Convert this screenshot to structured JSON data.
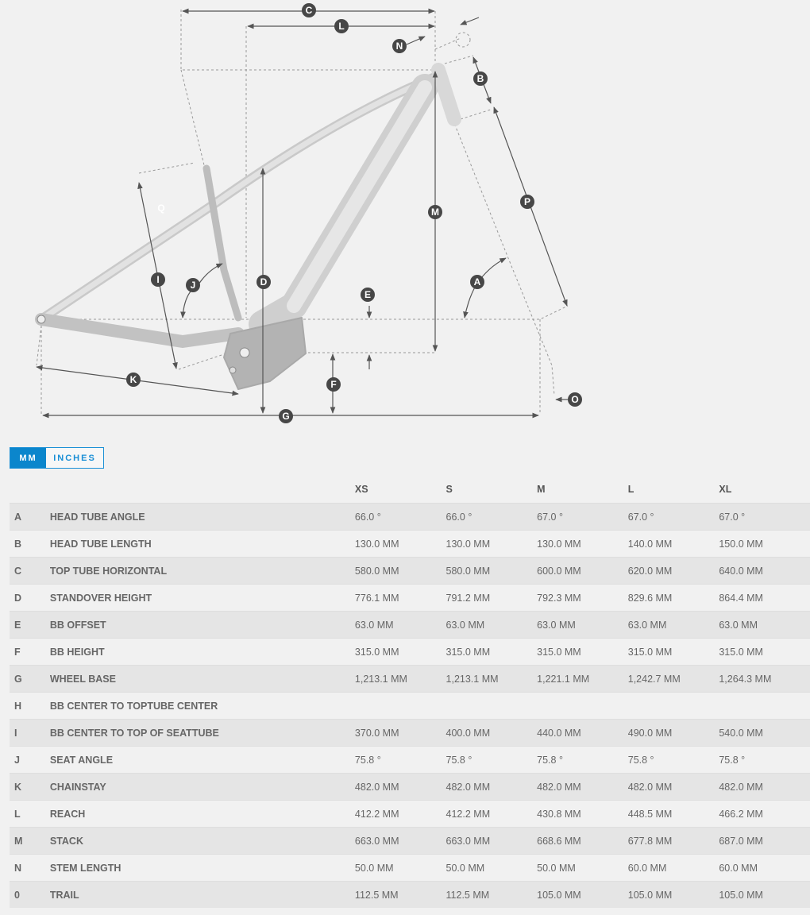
{
  "diagram": {
    "labels": {
      "A": "A",
      "B": "B",
      "C": "C",
      "D": "D",
      "E": "E",
      "F": "F",
      "G": "G",
      "I": "I",
      "J": "J",
      "K": "K",
      "L": "L",
      "M": "M",
      "N": "N",
      "O": "O",
      "P": "P",
      "Q": "Q"
    }
  },
  "units_toggle": {
    "mm": "MM",
    "inches": "INCHES",
    "selected": "MM"
  },
  "accent_color": "#0b86cc",
  "table": {
    "headers": [
      "",
      "",
      "XS",
      "S",
      "M",
      "L",
      "XL"
    ],
    "rows": [
      {
        "letter": "A",
        "name": "HEAD TUBE ANGLE",
        "values": [
          "66.0 °",
          "66.0 °",
          "67.0 °",
          "67.0 °",
          "67.0 °"
        ]
      },
      {
        "letter": "B",
        "name": "HEAD TUBE LENGTH",
        "values": [
          "130.0 MM",
          "130.0 MM",
          "130.0 MM",
          "140.0 MM",
          "150.0 MM"
        ]
      },
      {
        "letter": "C",
        "name": "TOP TUBE HORIZONTAL",
        "values": [
          "580.0 MM",
          "580.0 MM",
          "600.0 MM",
          "620.0 MM",
          "640.0 MM"
        ]
      },
      {
        "letter": "D",
        "name": "STANDOVER HEIGHT",
        "values": [
          "776.1 MM",
          "791.2 MM",
          "792.3 MM",
          "829.6 MM",
          "864.4 MM"
        ]
      },
      {
        "letter": "E",
        "name": "BB OFFSET",
        "values": [
          "63.0 MM",
          "63.0 MM",
          "63.0 MM",
          "63.0 MM",
          "63.0 MM"
        ]
      },
      {
        "letter": "F",
        "name": "BB HEIGHT",
        "values": [
          "315.0 MM",
          "315.0 MM",
          "315.0 MM",
          "315.0 MM",
          "315.0 MM"
        ]
      },
      {
        "letter": "G",
        "name": "WHEEL BASE",
        "values": [
          "1,213.1 MM",
          "1,213.1 MM",
          "1,221.1 MM",
          "1,242.7 MM",
          "1,264.3 MM"
        ]
      },
      {
        "letter": "H",
        "name": "BB CENTER TO TOPTUBE CENTER",
        "values": [
          "",
          "",
          "",
          "",
          ""
        ]
      },
      {
        "letter": "I",
        "name": "BB CENTER TO TOP OF SEATTUBE",
        "values": [
          "370.0 MM",
          "400.0 MM",
          "440.0 MM",
          "490.0 MM",
          "540.0 MM"
        ]
      },
      {
        "letter": "J",
        "name": "SEAT ANGLE",
        "values": [
          "75.8 °",
          "75.8 °",
          "75.8 °",
          "75.8 °",
          "75.8 °"
        ]
      },
      {
        "letter": "K",
        "name": "CHAINSTAY",
        "values": [
          "482.0 MM",
          "482.0 MM",
          "482.0 MM",
          "482.0 MM",
          "482.0 MM"
        ]
      },
      {
        "letter": "L",
        "name": "REACH",
        "values": [
          "412.2 MM",
          "412.2 MM",
          "430.8 MM",
          "448.5 MM",
          "466.2 MM"
        ]
      },
      {
        "letter": "M",
        "name": "STACK",
        "values": [
          "663.0 MM",
          "663.0 MM",
          "668.6 MM",
          "677.8 MM",
          "687.0 MM"
        ]
      },
      {
        "letter": "N",
        "name": "STEM LENGTH",
        "values": [
          "50.0 MM",
          "50.0 MM",
          "50.0 MM",
          "60.0 MM",
          "60.0 MM"
        ]
      },
      {
        "letter": "0",
        "name": "TRAIL",
        "values": [
          "112.5 MM",
          "112.5 MM",
          "105.0 MM",
          "105.0 MM",
          "105.0 MM"
        ]
      }
    ]
  }
}
